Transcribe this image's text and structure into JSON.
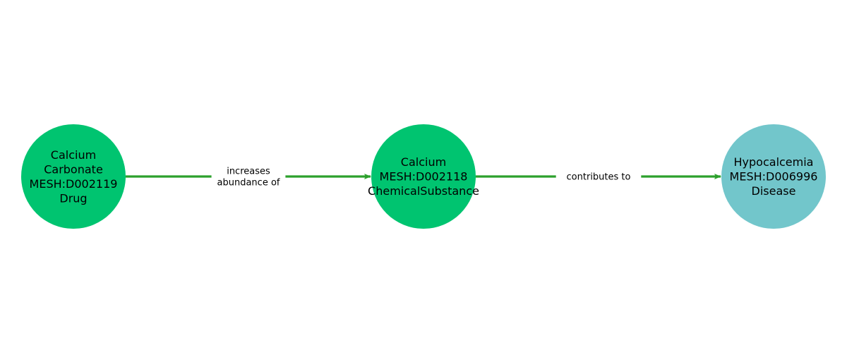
{
  "colors": {
    "edge": "#2ca02c",
    "drug_node": "#00c470",
    "chemical_node": "#00c470",
    "disease_node": "#72c6cb",
    "background": "#ffffff"
  },
  "nodes": [
    {
      "id": "calcium-carbonate",
      "lines": [
        "Calcium",
        "Carbonate",
        "MESH:D002119",
        "Drug"
      ],
      "color": "#00c470"
    },
    {
      "id": "calcium",
      "lines": [
        "Calcium",
        "MESH:D002118",
        "ChemicalSubstance"
      ],
      "color": "#00c470"
    },
    {
      "id": "hypocalcemia",
      "lines": [
        "Hypocalcemia",
        "MESH:D006996",
        "Disease"
      ],
      "color": "#72c6cb"
    }
  ],
  "edges": [
    {
      "from": "calcium-carbonate",
      "to": "calcium",
      "lines": [
        "increases",
        "abundance of"
      ]
    },
    {
      "from": "calcium",
      "to": "hypocalcemia",
      "lines": [
        "contributes to"
      ]
    }
  ]
}
